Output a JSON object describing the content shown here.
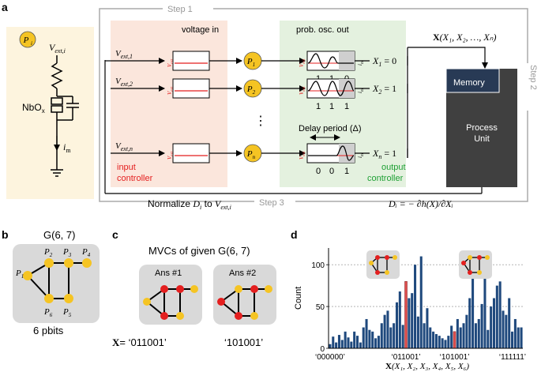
{
  "colors": {
    "accent_red": "#e41f1f",
    "pbit_yellow": "#f5c423",
    "input_bg": "#fbe6dc",
    "output_bg": "#e4f1df",
    "circuit_bg": "#fdf4de",
    "process_dark": "#404040",
    "memory_blue": "#283a55",
    "step_gray": "#999999",
    "output_green": "#1fa035",
    "bar_blue": "#1f497d",
    "bar_red": "#e05050",
    "graph_bg": "#d9d9d9"
  },
  "panel_a": {
    "letter": "a",
    "pbit_symbol": "P",
    "pbit_subscript": "i",
    "vext_i": "V",
    "vext_i_sub": "ext,i",
    "nbox": "NbO",
    "nbox_sub": "x",
    "im": "i",
    "im_sub": "m",
    "step1": "Step 1",
    "step2": "Step 2",
    "step3": "Step 3",
    "voltage_in": "voltage in",
    "prob_osc_out": "prob. osc. out",
    "input_controller_1": "input",
    "input_controller_2": "controller",
    "output_controller_1": "output",
    "output_controller_2": "controller",
    "delay_period": "Delay period (Δ)",
    "vext_axis": "V",
    "vext_axis_sub": "ext",
    "im_axis": "i",
    "im_axis_sub": "m",
    "rows": [
      {
        "vlabel": "V",
        "vsub": "ext,1",
        "psub": "1",
        "xlabel": "X",
        "xsub": "1",
        "xval": "= 0",
        "digits": [
          "1",
          "1",
          "0"
        ]
      },
      {
        "vlabel": "V",
        "vsub": "ext,2",
        "psub": "2",
        "xlabel": "X",
        "xsub": "2",
        "xval": "= 1",
        "digits": [
          "1",
          "1",
          "1"
        ]
      },
      {
        "vlabel": "V",
        "vsub": "ext,n",
        "psub": "n",
        "xlabel": "X",
        "xsub": "n",
        "xval": "= 1",
        "digits": [
          "0",
          "0",
          "1"
        ]
      }
    ],
    "dots": "⋮",
    "vector_x": "X",
    "vector_args": "(X₁, X₂, …, Xₙ)",
    "memory": "Memory",
    "process_1": "Process",
    "process_2": "Unit",
    "normalize": "Normalize",
    "normalize_d": "D",
    "normalize_d_sub": "i",
    "normalize_to": "to",
    "normalize_v": "V",
    "normalize_v_sub": "ext,i",
    "di_formula": "Dᵢ = − ∂h(X)/∂Xᵢ"
  },
  "panel_b": {
    "letter": "b",
    "title": "G(6, 7)",
    "caption": "6 pbits",
    "nodes": [
      {
        "name": "P",
        "sub": "1"
      },
      {
        "name": "P",
        "sub": "2"
      },
      {
        "name": "P",
        "sub": "3"
      },
      {
        "name": "P",
        "sub": "4"
      },
      {
        "name": "P",
        "sub": "5"
      },
      {
        "name": "P",
        "sub": "6"
      }
    ]
  },
  "panel_c": {
    "letter": "c",
    "title": "MVCs of given G(6, 7)",
    "ans1": "Ans #1",
    "ans2": "Ans #2",
    "x_prefix": "X",
    "x_eq": "= ‘011001’",
    "code2": "‘101001’"
  },
  "panel_d": {
    "letter": "d",
    "ylabel": "Count",
    "yticks": [
      "0",
      "50",
      "100"
    ],
    "xticks": [
      "‘000000’",
      "‘011001’",
      "‘101001’",
      "‘111111’"
    ],
    "xlabel_x": "X",
    "xlabel_args": "(X₁, X₂, X₃, X₄, X₅, X₆)"
  },
  "chart_data": {
    "type": "bar",
    "ylabel": "Count",
    "ylim": [
      0,
      120
    ],
    "grid": true,
    "highlighted": [
      "011001",
      "101001"
    ],
    "values": [
      5,
      14,
      7,
      16,
      10,
      20,
      13,
      8,
      20,
      15,
      7,
      25,
      35,
      22,
      20,
      12,
      15,
      30,
      40,
      45,
      25,
      30,
      55,
      68,
      28,
      80,
      60,
      66,
      100,
      38,
      110,
      30,
      48,
      25,
      20,
      17,
      15,
      12,
      10,
      15,
      27,
      20,
      35,
      25,
      30,
      40,
      60,
      100,
      30,
      35,
      53,
      110,
      22,
      50,
      60,
      75,
      80,
      45,
      40,
      60,
      20,
      35,
      25,
      25
    ]
  }
}
